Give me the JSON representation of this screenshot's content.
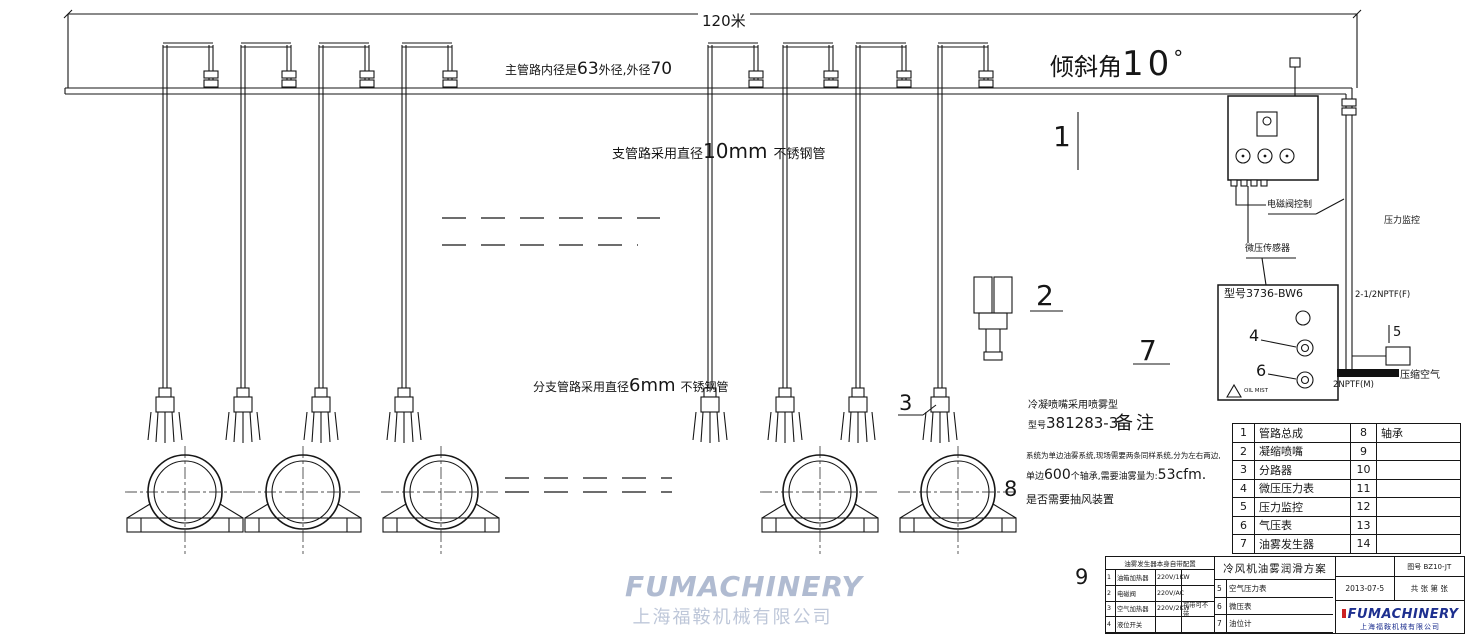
{
  "dimension": {
    "length_label": "120米"
  },
  "pipe_notes": {
    "main_t1": "主管路内径是",
    "main_n1": "63",
    "main_t2": "外径,外径",
    "main_n2": "70",
    "branch_t1": "支管路采用直径",
    "branch_n1": "10mm",
    "branch_t2": "不锈钢管",
    "sub_t1": "分支管路采用直径",
    "sub_n1": "6mm",
    "sub_t2": "不锈钢管",
    "tilt_t1": "倾斜角",
    "tilt_n1": "10",
    "tilt_deg": "°"
  },
  "callouts": {
    "c1": "1",
    "c2": "2",
    "c3": "3",
    "c4": "4",
    "c5": "5",
    "c6": "6",
    "c7": "7",
    "c8": "8",
    "c9": "9"
  },
  "nozzle_note": {
    "line1": "冷凝喷嘴采用喷雾型",
    "model_label": "型号",
    "model_value": "381283-3"
  },
  "notes": {
    "title": "备注",
    "line1": "系统为单边油雾系统,现场需要两条同样系统,分为左右两边,",
    "line2a": "单边",
    "line2b": "600",
    "line2c": "个轴承,需要油雾量为:",
    "line2d": "53cfm.",
    "line3": "是否需要抽风装置"
  },
  "equipment": {
    "generator_model": "型号3736-BW6",
    "solenoid_control": "电磁阀控制",
    "pressure_sensor": "微压传感器",
    "pressure_monitor": "压力监控",
    "nptf_f": "2-1/2NPTF(F)",
    "nptf_m": "2NPTF(M)",
    "compressed_air": "压缩空气",
    "oil_mist_warning": "OIL MIST"
  },
  "parts_table": {
    "rows": [
      {
        "n1": "1",
        "name1": "管路总成",
        "n2": "8",
        "name2": "轴承"
      },
      {
        "n1": "2",
        "name1": "凝缩喷嘴",
        "n2": "9",
        "name2": ""
      },
      {
        "n1": "3",
        "name1": "分路器",
        "n2": "10",
        "name2": ""
      },
      {
        "n1": "4",
        "name1": "微压压力表",
        "n2": "11",
        "name2": ""
      },
      {
        "n1": "5",
        "name1": "压力监控",
        "n2": "12",
        "name2": ""
      },
      {
        "n1": "6",
        "name1": "气压表",
        "n2": "13",
        "name2": ""
      },
      {
        "n1": "7",
        "name1": "油雾发生器",
        "n2": "14",
        "name2": ""
      }
    ]
  },
  "title_block": {
    "config_title": "油雾发生器本身自带配置",
    "config_rows": [
      {
        "num": "1",
        "name": "油箱加热器",
        "spec": "220V/1KW",
        "note": ""
      },
      {
        "num": "2",
        "name": "电磁阀",
        "spec": "220V/AC",
        "note": ""
      },
      {
        "num": "3",
        "name": "空气加热器",
        "spec": "220V/2KW",
        "note": "可带可不带"
      },
      {
        "num": "4",
        "name": "液位开关",
        "spec": "",
        "note": ""
      }
    ],
    "extra_rows": [
      {
        "num": "5",
        "name": "空气压力表"
      },
      {
        "num": "6",
        "name": "微压表"
      },
      {
        "num": "7",
        "name": "油位计"
      }
    ],
    "drawing_title": "冷风机油雾润滑方案",
    "date": "2013-07-5",
    "sheet_info": "共 张 第 张",
    "drawing_no_label": "图号",
    "drawing_no": "BZ10-JT",
    "logo": "FUMACHINERY",
    "company": "上海福鞍机械有限公司"
  },
  "watermark": {
    "logo": "FUMACHINERY",
    "company": "上海福鞍机械有限公司"
  },
  "colors": {
    "line": "#161616",
    "logo_blue": "#1d2f8f",
    "logo_red": "#cc2222",
    "watermark": "#a3b0c9"
  }
}
